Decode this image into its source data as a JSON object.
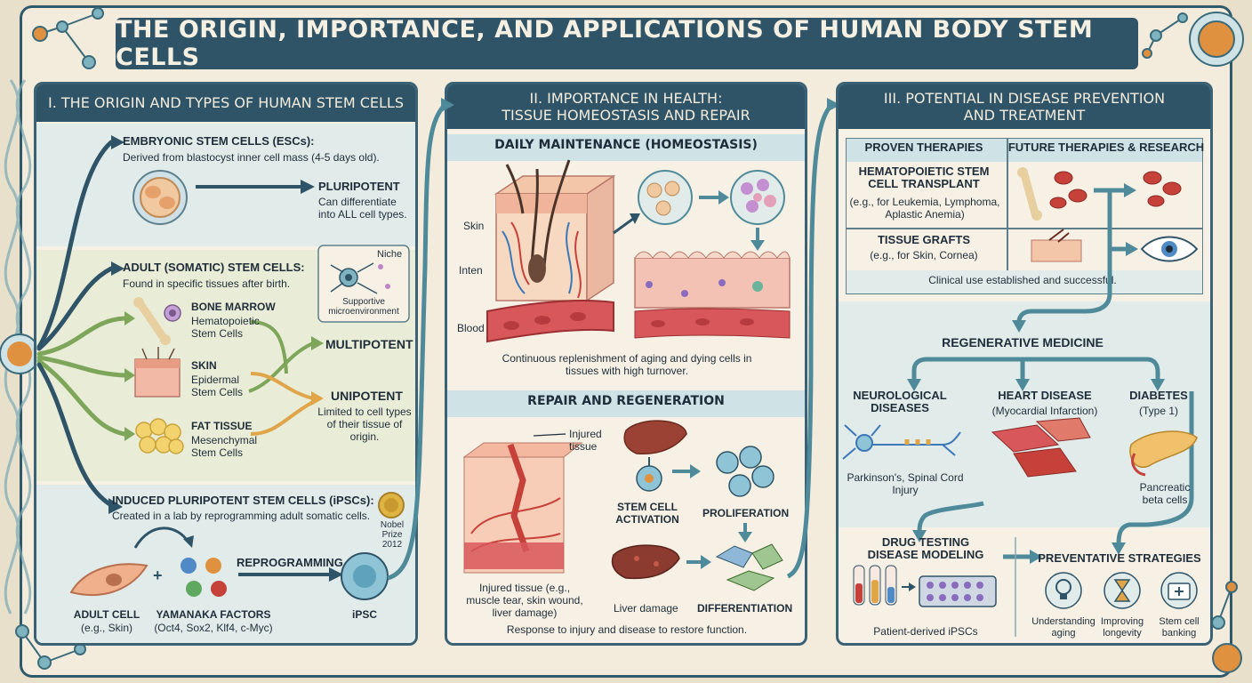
{
  "title": "THE ORIGIN, IMPORTANCE, AND APPLICATIONS OF HUMAN BODY STEM CELLS",
  "section1": {
    "heading": "I. THE ORIGIN AND TYPES OF HUMAN STEM CELLS",
    "esc": {
      "title": "EMBRYONIC STEM CELLS (ESCs):",
      "desc": "Derived from blastocyst inner cell mass (4-5 days old).",
      "potency": "PLURIPOTENT",
      "potency_desc": "Can differentiate into ALL cell types."
    },
    "adult": {
      "title": "ADULT (SOMATIC) STEM CELLS:",
      "desc": "Found in specific tissues after birth.",
      "niche_label": "Niche",
      "niche_desc": "Supportive microenvironment",
      "items": [
        {
          "title": "BONE MARROW",
          "desc": "Hematopoietic Stem Cells"
        },
        {
          "title": "SKIN",
          "desc": "Epidermal Stem Cells"
        },
        {
          "title": "FAT TISSUE",
          "desc": "Mesenchymal Stem Cells"
        }
      ],
      "multipotent": "MULTIPOTENT",
      "unipotent": "UNIPOTENT",
      "unipotent_desc": "Limited to cell types of their tissue of origin."
    },
    "ipsc": {
      "title": "INDUCED PLURIPOTENT STEM CELLS (iPSCs):",
      "desc": "Created in a lab by reprogramming adult somatic cells.",
      "nobel": "Nobel Prize 2012",
      "adult_cell": "ADULT CELL",
      "adult_cell_sub": "(e.g., Skin)",
      "plus": "+",
      "factors": "YAMANAKA FACTORS",
      "factors_sub": "(Oct4, Sox2, Klf4, c-Myc)",
      "reprogramming": "REPROGRAMMING",
      "result": "iPSC"
    }
  },
  "section2": {
    "heading_line1": "II. IMPORTANCE IN HEALTH:",
    "heading_line2": "TISSUE HOMEOSTASIS AND REPAIR",
    "maintenance": {
      "title": "DAILY MAINTENANCE (HOMEOSTASIS)",
      "labels": [
        "Skin",
        "Inten",
        "Blood"
      ],
      "caption": "Continuous replenishment of aging and dying cells in tissues with high turnover."
    },
    "repair": {
      "title": "REPAIR AND REGENERATION",
      "injured_label": "Injured tissue",
      "tissue_caption": "Injured tissue (e.g., muscle tear, skin wound, liver damage)",
      "activation": "STEM CELL ACTIVATION",
      "proliferation": "PROLIFERATION",
      "liver": "Liver damage",
      "differentiation": "DIFFERENTIATION",
      "caption": "Response to injury and disease to restore function."
    }
  },
  "section3": {
    "heading_line1": "III. POTENTIAL IN DISEASE PREVENTION",
    "heading_line2": "AND TREATMENT",
    "proven_header": "PROVEN THERAPIES",
    "future_header": "FUTURE THERAPIES & RESEARCH",
    "therapy1_title": "HEMATOPOIETIC STEM CELL TRANSPLANT",
    "therapy1_desc": "(e.g., for Leukemia, Lymphoma, Aplastic Anemia)",
    "therapy2_title": "TISSUE GRAFTS",
    "therapy2_desc": "(e.g., for Skin, Cornea)",
    "clinical_note": "Clinical use established and successful.",
    "regen": "REGENERATIVE MEDICINE",
    "neuro_title": "NEUROLOGICAL DISEASES",
    "neuro_desc": "Parkinson's, Spinal Cord Injury",
    "heart_title": "HEART DISEASE",
    "heart_desc": "(Myocardial Infarction)",
    "diabetes_title": "DIABETES",
    "diabetes_desc": "(Type 1)",
    "diabetes_cells": "Pancreatic beta cells",
    "drug_title": "DRUG TESTING DISEASE MODELING",
    "drug_desc": "Patient-derived iPSCs",
    "prevent_title": "PREVENTATIVE STRATEGIES",
    "prevent_items": [
      "Understanding aging",
      "Improving longevity",
      "Stem cell banking"
    ]
  },
  "colors": {
    "navy": "#2f5468",
    "teal": "#4f8a9a",
    "green": "#7ea65a",
    "orange": "#e0a449",
    "red": "#c6413a",
    "cream": "#f6f1e4"
  }
}
